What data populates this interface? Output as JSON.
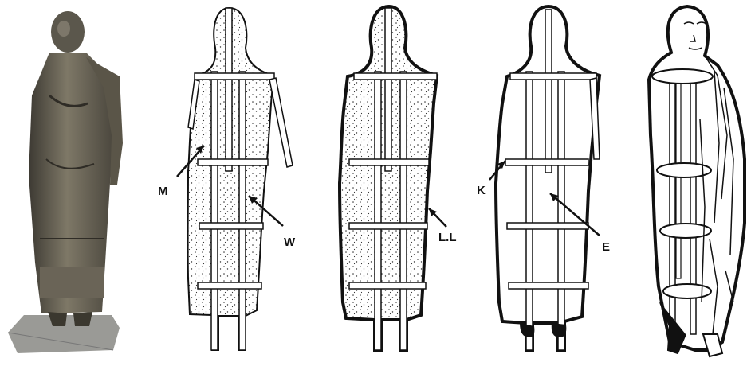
{
  "figure": {
    "labels": {
      "m": "M",
      "w": "W",
      "ll": "L.L",
      "k": "K",
      "e": "E"
    },
    "colors": {
      "ink": "#111111",
      "photo_dark": "#4a463d",
      "photo_light": "#8c8676",
      "plinth": "#9a9a96",
      "paper": "#ffffff"
    }
  }
}
